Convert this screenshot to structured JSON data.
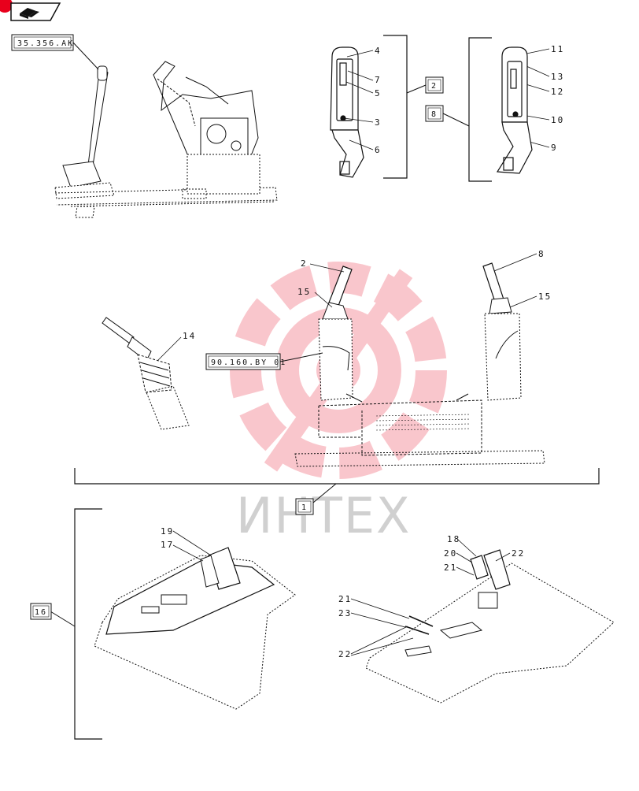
{
  "header": {
    "icon": "book-icon",
    "badge_color": "#e8001c"
  },
  "references": {
    "ref_35": "35.356.AK",
    "ref_90": "90.160.BY 01"
  },
  "item_boxes": {
    "box_1": "1",
    "box_2": "2",
    "box_8": "8",
    "box_16": "16"
  },
  "callouts": {
    "c2": "2",
    "c3": "3",
    "c4": "4",
    "c5": "5",
    "c6": "6",
    "c7": "7",
    "c8": "8",
    "c9": "9",
    "c10": "10",
    "c11": "11",
    "c12": "12",
    "c13": "13",
    "c14": "14",
    "c15a": "15",
    "c15b": "15",
    "c17": "17",
    "c18": "18",
    "c19": "19",
    "c20": "20",
    "c21a": "21",
    "c21b": "21",
    "c22a": "22",
    "c22b": "22",
    "c23": "23",
    "c2main": "2",
    "c8main": "8"
  },
  "watermark": {
    "text": "ИНТЕХ",
    "color": "#e8001c"
  }
}
